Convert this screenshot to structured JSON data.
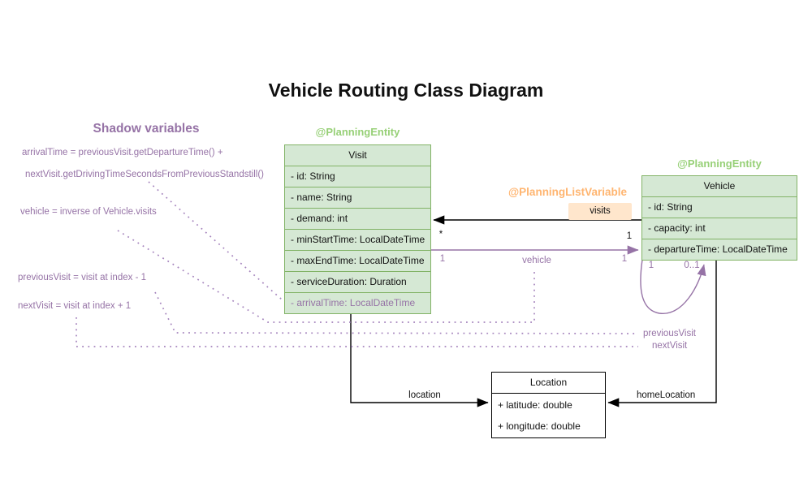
{
  "title": "Vehicle Routing Class Diagram",
  "shadow_variables": {
    "heading": "Shadow variables",
    "lines": [
      "arrivalTime = previousVisit.getDepartureTime() +",
      "nextVisit.getDrivingTimeSecondsFromPreviousStandstill()",
      "vehicle = inverse of Vehicle.visits",
      "previousVisit = visit at index - 1",
      "nextVisit = visit at index + 1"
    ]
  },
  "annotations": {
    "visit_planning_entity": "@PlanningEntity",
    "vehicle_planning_entity": "@PlanningEntity",
    "planning_list_variable": "@PlanningListVariable"
  },
  "classes": {
    "visit": {
      "name": "Visit",
      "attributes": [
        "- id: String",
        "- name: String",
        "- demand: int",
        "- minStartTime: LocalDateTime",
        "- maxEndTime: LocalDateTime",
        "- serviceDuration: Duration",
        "- arrivalTime: LocalDateTime"
      ]
    },
    "vehicle": {
      "name": "Vehicle",
      "attributes": [
        "- id: String",
        "- capacity: int",
        "- departureTime: LocalDateTime"
      ]
    },
    "location": {
      "name": "Location",
      "attributes": [
        "+ latitude: double",
        "+ longitude: double"
      ]
    }
  },
  "associations": {
    "visits": {
      "label": "visits",
      "multiplicity_at_visit": "*",
      "multiplicity_at_vehicle": "1"
    },
    "vehicle": {
      "label": "vehicle",
      "multiplicity_at_visit": "1",
      "multiplicity_at_vehicle": "1"
    },
    "self_loop": {
      "multiplicity_start": "1",
      "multiplicity_end": "0..1",
      "label_previous": "previousVisit",
      "label_next": "nextVisit"
    },
    "location": {
      "label": "location"
    },
    "home_location": {
      "label": "homeLocation"
    }
  },
  "colors": {
    "class_fill_green": "#d5e8d4",
    "class_border_green": "#82b366",
    "entity_annotation_green": "#97d077",
    "list_variable_orange": "#ffb570",
    "visits_badge_fill": "#ffe6cc",
    "purple": "#9673a6",
    "black": "#000000",
    "background": "#ffffff"
  }
}
